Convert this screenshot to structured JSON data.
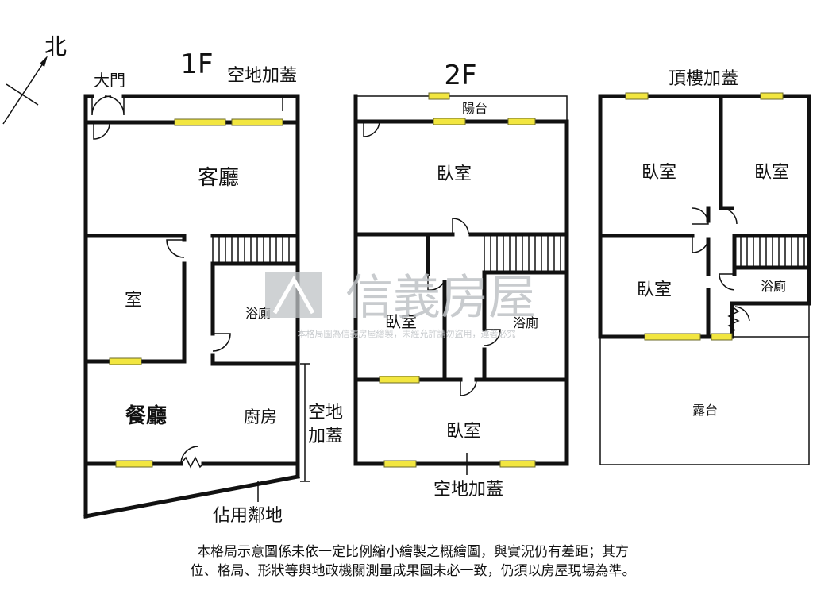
{
  "north": "北",
  "floor1": {
    "title": "1F",
    "annex_top": "空地加蓋",
    "main_door": "大門",
    "living_room": "客廳",
    "room": "室",
    "bathroom": "浴廁",
    "dining_room": "餐廳",
    "kitchen": "廚房",
    "annex_side_1": "空地",
    "annex_side_2": "加蓋",
    "occupied_neighbor_land": "佔用鄰地"
  },
  "floor2": {
    "title": "2F",
    "balcony": "陽台",
    "bedroom_top": "臥室",
    "bedroom_mid": "臥室",
    "bathroom": "浴廁",
    "bedroom_bottom": "臥室",
    "annex_bottom": "空地加蓋"
  },
  "rooftop": {
    "title": "頂樓加蓋",
    "bedroom_top_left": "臥室",
    "bedroom_top_right": "臥室",
    "bedroom_mid": "臥室",
    "bathroom": "浴廁",
    "terrace": "露台"
  },
  "watermark": {
    "brand": "信義房屋",
    "notice": "本格局圖為信義房屋繪製，未經允許請勿盜用，違者必究"
  },
  "disclaimer": {
    "line1": "本格局示意圖係未依一定比例縮小繪製之概繪圖，與實況仍有差距；其方",
    "line2": "位、格局、形狀等與地政機關測量成果圖未必一致，仍須以房屋現場為準。"
  },
  "colors": {
    "wall": "#111111",
    "window": "#f2e640",
    "watermark": "#bfc3c6"
  }
}
